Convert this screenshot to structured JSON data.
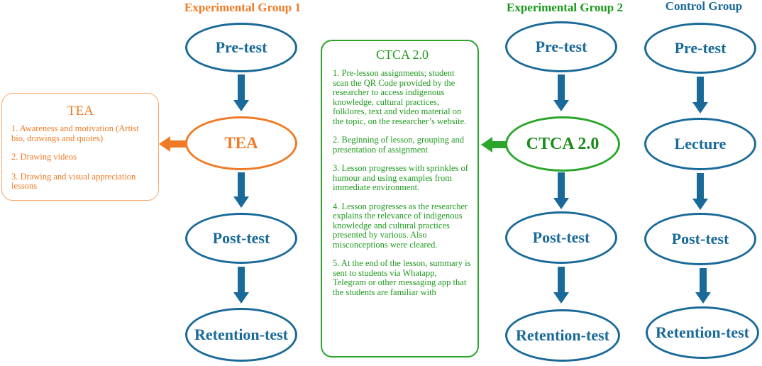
{
  "groups": {
    "exp1": {
      "title": "Experimental Group 1",
      "nodes": [
        "Pre-test",
        "TEA",
        "Post-test",
        "Retention-test"
      ]
    },
    "exp2": {
      "title": "Experimental Group 2",
      "nodes": [
        "Pre-test",
        "CTCA 2.0",
        "Post-test",
        "Retention-test"
      ]
    },
    "control": {
      "title": "Control Group",
      "nodes": [
        "Pre-test",
        "Lecture",
        "Post-test",
        "Retention-test"
      ]
    }
  },
  "tea_box": {
    "title": "TEA",
    "items": [
      "1. Awareness and motivation (Artist bio, drawings and quotes)",
      "2. Drawing videos",
      "3. Drawing and visual appreciation lessons"
    ]
  },
  "ctca_box": {
    "title": "CTCA 2.0",
    "items": [
      "1. Pre-lesson assignments; student scan the QR Code provided by the researcher to access indigenous knowledge, cultural practices, folklores, text and video material on the topic, on the researcher’s website.",
      "2. Beginning of lesson, grouping and presentation of assignment",
      "3. Lesson progresses with sprinkles of humour and using examples from immediate environment.",
      "4. Lesson progresses as the researcher explains the relevance of indigenous knowledge and cultural practices presented by various. Also misconceptions were cleared.",
      "5. At the end of the lesson, summary is sent to students via Whatapp, Telegram or other messaging app that the students are familiar with"
    ]
  },
  "colors": {
    "blue": "#1a6a99",
    "orange": "#f07a26",
    "green": "#2ca52c"
  }
}
